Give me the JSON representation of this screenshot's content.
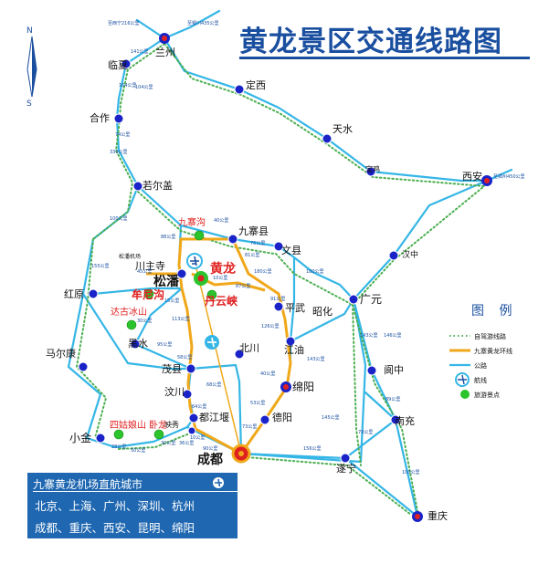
{
  "title": "黄龙景区交通线路图",
  "compass": {
    "north": "N",
    "south": "S"
  },
  "cities": {
    "lanzhou": "兰州",
    "linxia": "临夏",
    "hezuo": "合作",
    "dingxi": "定西",
    "tianshui": "天水",
    "baoji": "宝鸡",
    "xian": "西安",
    "ruoergai": "若尔盖",
    "hanzhong": "汉中",
    "jiuzhaigou_county": "九寨县",
    "wenxian": "文县",
    "chuanzhusi": "川主寺",
    "songpan": "松潘",
    "huanglong": "黄龙",
    "pingwu": "平武",
    "guangyuan": "广元",
    "zhaohua": "昭化",
    "hongyuan": "红原",
    "heishui": "黑水",
    "beichuan": "北川",
    "jiangyou": "江油",
    "maoxian": "茂县",
    "mianyang": "绵阳",
    "langzhong": "阆中",
    "maerkang": "马尔康",
    "wenchuan": "汶川",
    "dujiangyan": "都江堰",
    "deyang": "德阳",
    "nanchong": "南充",
    "yingxiu": "映秀",
    "xiaojin": "小金",
    "chengdu": "成都",
    "suining": "遂宁",
    "chongqing": "重庆"
  },
  "scenic_spots": {
    "jiuzhaigou": "九寨沟",
    "dayun_gorge": "丹云峡",
    "munigou": "牟尼沟",
    "dagu_glacier": "达古冰山",
    "siguniang": "四姑娘山",
    "wolong": "卧龙",
    "chuanzhu_airport": "松潘机场"
  },
  "distances": {
    "d1": "至西宁216公里",
    "d2": "至银川435公里",
    "d3": "141公里",
    "d4": "164公里",
    "d5": "104公里",
    "d6": "74公里",
    "d7": "339公里",
    "d8": "100公里",
    "d9": "45公里",
    "d10": "88公里",
    "d11": "40公里",
    "d12": "10公里",
    "d13": "81公里",
    "d14": "76公里",
    "d15": "180公里",
    "d16": "180公里",
    "d17": "155公里",
    "d18": "87公里",
    "d19": "91公里",
    "d20": "15公里",
    "d21": "30公里",
    "d22": "113公里",
    "d23": "95公里",
    "d24": "126公里",
    "d25": "58公里",
    "d26": "40公里",
    "d27": "143公里",
    "d28": "146公里",
    "d29": "143公里",
    "d30": "89公里",
    "d31": "68公里",
    "d32": "64公里",
    "d33": "78公里",
    "d34": "145公里",
    "d35": "53公里",
    "d36": "73公里",
    "d37": "156公里",
    "d38": "100公里",
    "d39": "28公里",
    "d40": "50公里",
    "d41": "30公里",
    "d42": "36公里",
    "d43": "90公里",
    "d44": "10公里",
    "d45": "至郑州450公里"
  },
  "legend": {
    "title": "图 例",
    "items": [
      "自驾游线路",
      "九寨黄龙环线",
      "公路",
      "航线",
      "旅游景点"
    ]
  },
  "infobox": {
    "heading": "九寨黄龙机场直航城市",
    "line1": "北京、上海、广州、深圳、杭州",
    "line2": "成都、重庆、西安、昆明、绵阳"
  },
  "colors": {
    "road": "#35b6e6",
    "loop": "#f0a81a",
    "selfdrive": "#4caf50",
    "flight": "#f0a81a",
    "city_dot": "#1a23c8",
    "scenic_dot": "#2cc42c",
    "title": "#1a4fa0",
    "infobox": "#1f67b1",
    "red_text": "#e02020"
  }
}
